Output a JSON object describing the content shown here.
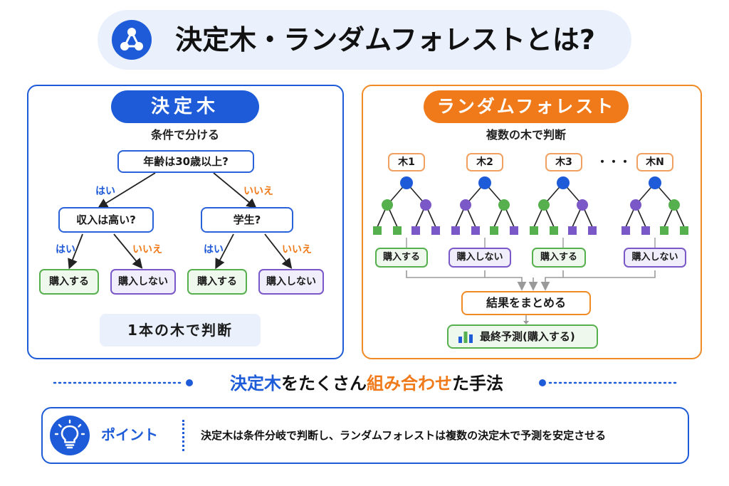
{
  "header": {
    "title": "決定木・ランダムフォレストとは?",
    "icon": "network-icon"
  },
  "colors": {
    "blue": "#1e5bd8",
    "orange": "#f07a1a",
    "green": "#57b04e",
    "purple": "#7a58c8"
  },
  "decision_tree": {
    "title": "決定木",
    "subtitle": "条件で分ける",
    "root": "年齢は30歳以上?",
    "branch_yes": "はい",
    "branch_no": "いいえ",
    "left_node": "収入は高い?",
    "right_node": "学生?",
    "leaves": [
      "購入する",
      "購入しない",
      "購入する",
      "購入しない"
    ],
    "footer": "1本の木で判断"
  },
  "random_forest": {
    "title": "ランダムフォレスト",
    "subtitle": "複数の木で判断",
    "trees": [
      {
        "label": "木1",
        "result": "購入する"
      },
      {
        "label": "木2",
        "result": "購入しない"
      },
      {
        "label": "木3",
        "result": "購入する"
      },
      {
        "label": "木N",
        "result": "購入しない"
      }
    ],
    "ellipsis": "・・・",
    "aggregate": "結果をまとめる",
    "final": "最終予測(購入する)"
  },
  "summary": {
    "part1": "決定木",
    "part2": "をたくさん",
    "part3": "組み合わせ",
    "part4": "た手法"
  },
  "point": {
    "title": "ポイント",
    "icon": "lightbulb-icon",
    "text": "決定木は条件分岐で判断し、ランダムフォレストは複数の決定木で予測を安定させる"
  }
}
